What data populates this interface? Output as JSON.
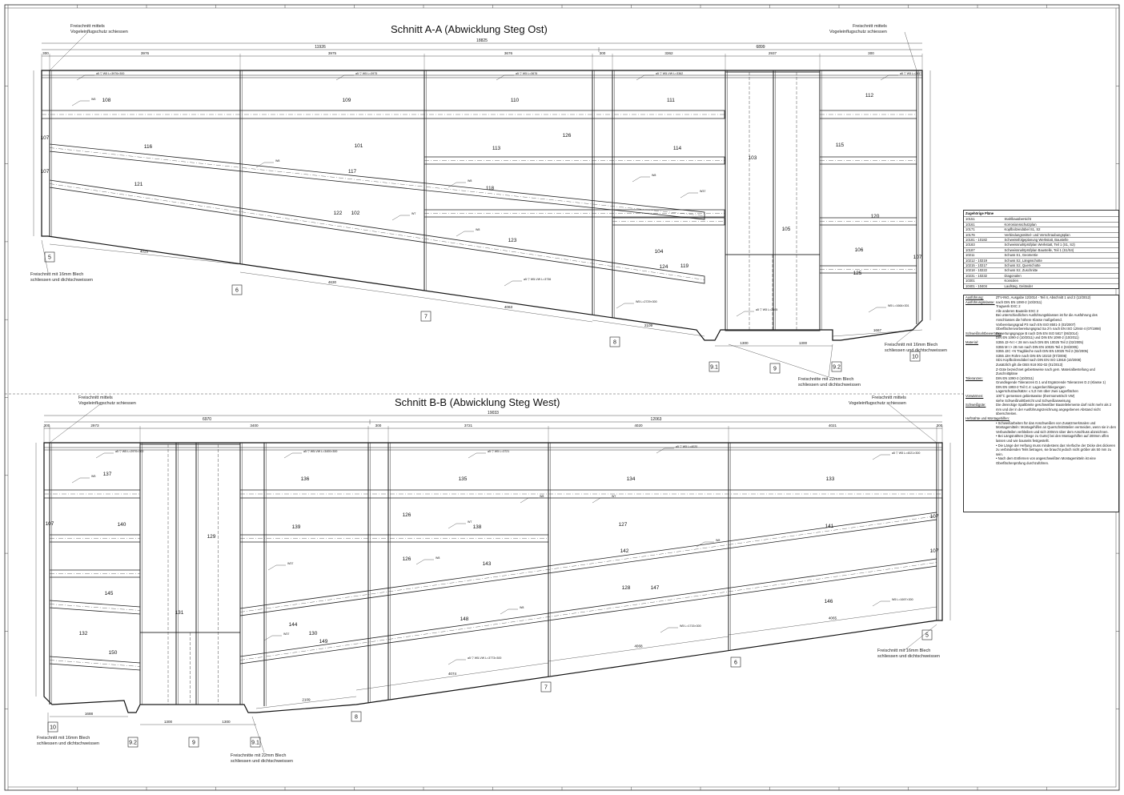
{
  "sections": {
    "a": {
      "title": "Schnitt A-A (Abwicklung Steg Ost)",
      "freischnitt_left": [
        "Freischnitt mittels",
        "Vogeleinflugschutz schiessen"
      ],
      "freischnitt_right": [
        "Freischnitt mittels",
        "Vogeleinflugschutz schiessen"
      ],
      "blech16_left": [
        "Freischnitt mit 16mm Blech",
        "schliessen und dichtschweissen"
      ],
      "blech16_right": [
        "Freischnitt mit 16mm Blech",
        "schliessen und dichtschweissen"
      ],
      "blech22": [
        "Freischnitte mit 22mm Blech",
        "schliessen und dichtschweissen"
      ],
      "dims_total": [
        "18825"
      ],
      "dims_top": [
        "11926",
        "6899"
      ],
      "dims_spans": [
        "300",
        "3976",
        "3975",
        "3676",
        "300",
        "3362",
        "2937",
        "300"
      ],
      "dims_bottom": [
        "4025",
        "4630",
        "4063",
        "2109",
        "1300",
        "1300",
        "1667"
      ],
      "axes": [
        "5",
        "6",
        "7",
        "8",
        "9.1",
        "9",
        "9.2",
        "10"
      ],
      "parts": [
        "108",
        "109",
        "110",
        "111",
        "112",
        "116",
        "101",
        "117",
        "113",
        "114",
        "103",
        "115",
        "121",
        "118",
        "122",
        "102",
        "120",
        "105",
        "123",
        "104",
        "106",
        "107",
        "124",
        "119",
        "125",
        "126",
        "107",
        "107"
      ]
    },
    "b": {
      "title": "Schnitt B-B (Abwicklung Steg West)",
      "freischnitt_left": [
        "Freischnitt mittels",
        "Vogeleinflugschutz schiessen"
      ],
      "freischnitt_right": [
        "Freischnitt mittels",
        "Vogeleinflugschutz schiessen"
      ],
      "blech16_left": [
        "Freischnitt mit 16mm Blech",
        "schliessen und dichtschweissen"
      ],
      "blech16_right": [
        "Freischnitt mit 16mm Blech",
        "schliessen und dichtschweissen"
      ],
      "blech22": [
        "Freischnitte mit 22mm Blech",
        "schliessen und dichtschweissen"
      ],
      "dims_total": [
        "19033"
      ],
      "dims_top": [
        "6970",
        "12063"
      ],
      "dims_spans": [
        "300",
        "2973",
        "3400",
        "300",
        "3721",
        "4020",
        "4021",
        "300"
      ],
      "dims_bottom": [
        "1688",
        "1300",
        "1300",
        "2109",
        "4074",
        "4068",
        "4065"
      ],
      "axes": [
        "10",
        "9.2",
        "9",
        "9.1",
        "8",
        "7",
        "6",
        "5"
      ],
      "parts": [
        "137",
        "136",
        "135",
        "134",
        "133",
        "140",
        "129",
        "139",
        "138",
        "127",
        "141",
        "107",
        "145",
        "131",
        "142",
        "143",
        "128",
        "147",
        "146",
        "132",
        "144",
        "130",
        "149",
        "148",
        "150",
        "126",
        "126",
        "107",
        "107"
      ]
    }
  },
  "legend": {
    "title": "Zugehörige Pläne",
    "rows": [
      [
        "10151",
        "Stahlbauübersicht"
      ],
      [
        "10161",
        "Korrosionsschutzplan"
      ],
      [
        "10171",
        "Kopfbolzendübel S1, S2"
      ],
      [
        "10176",
        "Verbindungsmittel- und Verschraubungsplan"
      ],
      [
        "10181 - 10182",
        "Schweissfolgeplanung Werkstatt, Baustelle"
      ],
      [
        "10183",
        "Schweissnahtprüfplan Werkstatt, Teil 1 (S1, S2)"
      ],
      [
        "10187",
        "Schweissnahtprüfplan Baustelle, Teil 1 (S1/S4)"
      ],
      [
        "10211",
        "Schuss S1, Geometrie"
      ],
      [
        "10212 - 10219",
        "Schuss S2, Längsschotte"
      ],
      [
        "10215 - 10217",
        "Schuss S2, Querschotte"
      ],
      [
        "10218 - 10222",
        "Schuss S2, Zuschnitte"
      ],
      [
        "10231 - 10232",
        "Diagonalen"
      ],
      [
        "10301",
        "Konsolen"
      ],
      [
        "10401 - 10404",
        "Laufsteg, Geländer"
      ]
    ]
  },
  "spec": {
    "rows": [
      [
        "Ausführung:",
        "ZTV-ING, Ausgabe 12/2014 - Teil 4, Abschnitt 1 und 2 (12/2012)"
      ],
      [
        "Ausführungsklasse:",
        "nach DIN EN 1090-2 (10/2011)\nTragwerk EXC 2\nAlle anderen Bauteile EXC 2"
      ],
      [
        "",
        "Bei unterschiedlichen Ausführungsklassen ist für die Ausführung des Anschlusses die höhere Klasse maßgebend."
      ],
      [
        "",
        "Vorbereitungsgrad P3 nach EN ISO 8501-3 (03/2007)\nOberflächenvorbereitungsgrad Sa 2½ nach EN ISO 12944-4 (07/1998)"
      ],
      [
        "Schweißnahtbewertung:",
        "Bewertungsgruppe B nach DIN EN ISO 5817 (06/2014)\nDIN EN 1090-2 (10/2011) und DIN EN 1090-2 (10/2011)"
      ],
      [
        "Material:",
        "S355 J2+N    t < 28 mm    nach DIN EN 10025 Teil 2 (02/2005)\nS355 M         t > 28 mm    nach DIN EN 10025 Teil 4 (04/2005)"
      ],
      [
        "",
        "S355 J2C +N    Tragbleche    nach DIN EN 10025 Teil 2 (02/2005)\nS355 J2H        Rohre           nach DIN EN 10210 (07/2006)\nSD1               Kopfbolzendübel  nach DIN EN ISO 13918 (10/2008)"
      ],
      [
        "",
        "Zusätzlich gilt die                                 DBS 918 002-02 (01/2013)"
      ],
      [
        "",
        "Z-Güte bezeichnet gebietsweise nach gem. Materialbestellung und Zuschnittpläne"
      ],
      [
        "Toleranzen:",
        "DIN EN 1090-2 (10/2011)\nGrundlegende Toleranzen D.1 und Ergänzende Toleranzen D.2 (Klasse 1)\nDIN EN 1993-2 Teil C.4: Lagerdurchbiegungen\nLagerschutzaufsätze: ≤ 5,0 mm über zwei Lagerflächen"
      ],
      [
        "Vorwärmen:",
        "100°C gemessen gebietsweise (thermometrisch VW)\nsiehe Schweißnahtbericht und Schweißanweisung"
      ],
      [
        "Schweißgüte:",
        "Die dreieckige Spaltbreite geschweißter Bauteilelemente darf nicht mehr als 2 mm und der in der Ausführungszeichnung angegebenen Abstand nicht überschreiten."
      ],
      [
        "Heftnähte und Montagehilfen:",
        ""
      ],
      [
        "",
        "• Schweißarbeiten für das Anschweißen von Zusatzmerkmalen und Montagemitteln: Montagehilfen an Querschnittsteilen vermeiden, wenn sie in den Verbundteilen verbleiben und sich 200mm über dem Anschluss abzeichnen."
      ],
      [
        "",
        "• Bei Längsnähten (Stege zu Gurte) bei den Montagehilfen auf 200mm offen lassen und wie bauseits festgestellt."
      ],
      [
        "",
        "• Die Länge der Heftung muss mindestens das Vierfache der Dicke des dickeren zu verbindenden Teils betragen, sie braucht jedoch nicht größer als 50 mm zu sein."
      ],
      [
        "",
        "• Nach dem Entfernen von angeschweißten Montagemitteln ist eine Oberflächenprüfung durchzuführen."
      ]
    ]
  }
}
